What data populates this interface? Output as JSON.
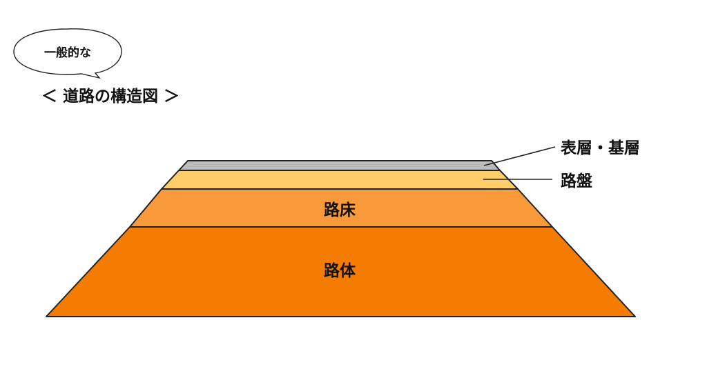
{
  "speech_bubble": {
    "text": "一般的な"
  },
  "title": "＜ 道路の構造図 ＞",
  "layers": [
    {
      "id": "surface",
      "label": "表層・基層",
      "color": "#bcbcbc"
    },
    {
      "id": "roadbed",
      "label": "路盤",
      "color": "#ffcd6a"
    },
    {
      "id": "subgrade",
      "label": "路床",
      "color": "#f99a3a"
    },
    {
      "id": "embankment",
      "label": "路体",
      "color": "#f47c03"
    }
  ]
}
